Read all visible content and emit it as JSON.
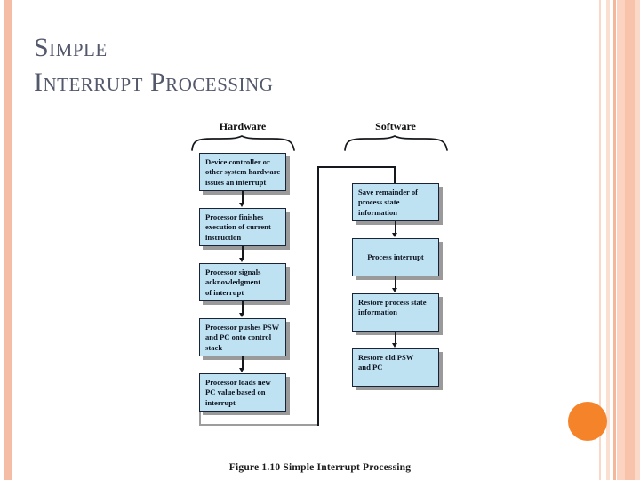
{
  "slide": {
    "title": "Simple\nInterrupt Processing",
    "background_color": "#ffffff",
    "title_color": "#53586b",
    "accent_color": "#f5832a",
    "stripe_color": "#f6bda6"
  },
  "figure": {
    "caption": "Figure 1.10   Simple Interrupt Processing",
    "columns": [
      {
        "id": "hardware",
        "label": "Hardware"
      },
      {
        "id": "software",
        "label": "Software"
      }
    ],
    "node_fill": "#bfe2f2",
    "node_border": "#1b2436",
    "node_shadow": "#9a9a9a",
    "hardware_steps": [
      {
        "id": "hw-1",
        "text": "Device controller or\nother system hardware\nissues an interrupt"
      },
      {
        "id": "hw-2",
        "text": "Processor finishes\nexecution of current\ninstruction"
      },
      {
        "id": "hw-3",
        "text": "Processor signals\nacknowledgment\nof interrupt"
      },
      {
        "id": "hw-4",
        "text": "Processor pushes PSW\nand PC onto control\nstack"
      },
      {
        "id": "hw-5",
        "text": "Processor loads new\nPC value based on\ninterrupt"
      }
    ],
    "software_steps": [
      {
        "id": "sw-1",
        "text": "Save remainder of\nprocess state\ninformation"
      },
      {
        "id": "sw-2",
        "text": "Process interrupt"
      },
      {
        "id": "sw-3",
        "text": "Restore process state\ninformation"
      },
      {
        "id": "sw-4",
        "text": "Restore old PSW\nand PC"
      }
    ]
  }
}
